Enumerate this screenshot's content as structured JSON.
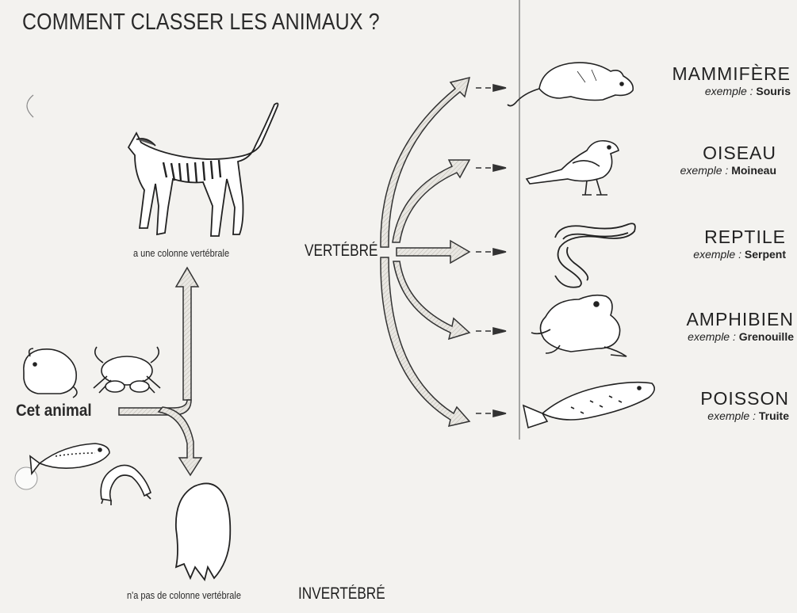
{
  "title": "COMMENT CLASSER LES ANIMAUX ?",
  "start_label": "Cet animal",
  "branch_yes": {
    "caption": "a une colonne vertébrale",
    "label": "VERTÉBRÉ"
  },
  "branch_no": {
    "caption": "n'a pas de colonne vertébrale",
    "label": "INVERTÉBRÉ"
  },
  "classes": [
    {
      "name": "MAMMIFÈRE",
      "example_prefix": "exemple :",
      "example": "Souris",
      "icon": "mouse-icon"
    },
    {
      "name": "OISEAU",
      "example_prefix": "exemple :",
      "example": "Moineau",
      "icon": "sparrow-icon"
    },
    {
      "name": "REPTILE",
      "example_prefix": "exemple :",
      "example": "Serpent",
      "icon": "snake-icon"
    },
    {
      "name": "AMPHIBIEN",
      "example_prefix": "exemple :",
      "example": "Grenouille",
      "icon": "frog-icon"
    },
    {
      "name": "POISSON",
      "example_prefix": "exemple :",
      "example": "Truite",
      "icon": "trout-icon"
    }
  ],
  "colors": {
    "ink": "#1c1c1c",
    "paper": "#f3f2ef",
    "arrow_fill": "#e4e2dc"
  }
}
